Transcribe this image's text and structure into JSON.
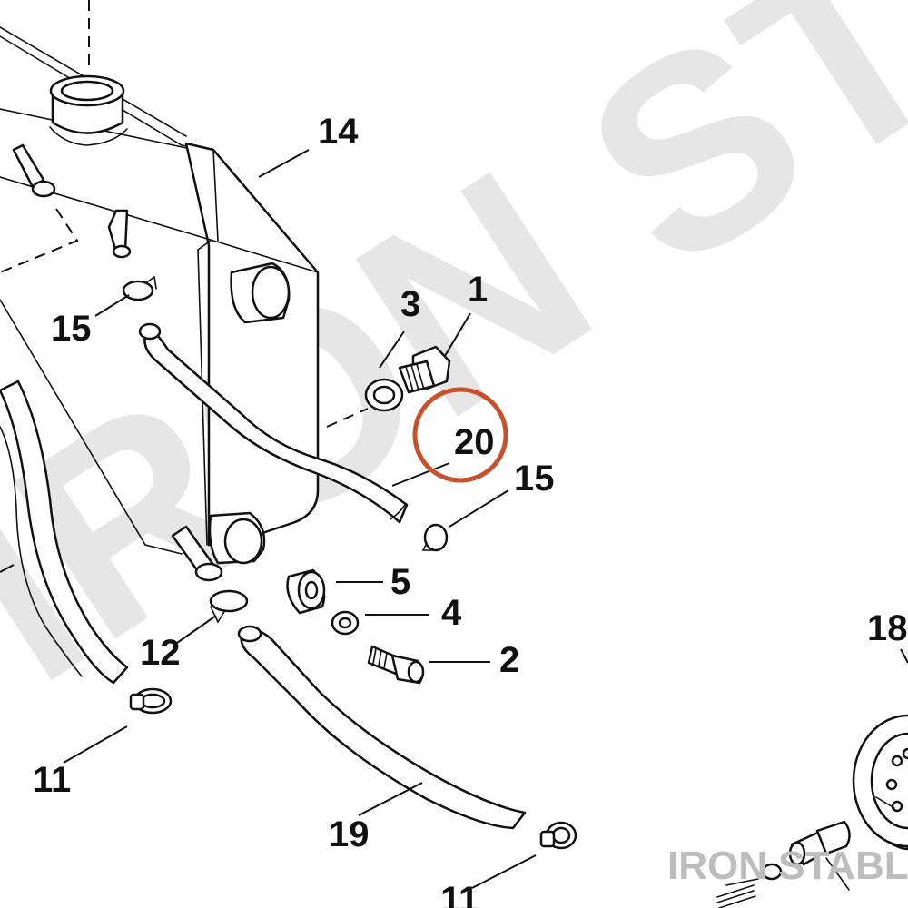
{
  "watermark": {
    "text": "IRON STABLE",
    "brand_label": "IRON STABLE"
  },
  "callouts": {
    "c1": "1",
    "c2": "2",
    "c3": "3",
    "c4": "4",
    "c5": "5",
    "c11a": "11",
    "c11b": "11",
    "c12": "12",
    "c14": "14",
    "c15a": "15",
    "c15b": "15",
    "c18": "18",
    "c19": "19",
    "c20": "20"
  },
  "colors": {
    "highlight_circle": "#c8502a",
    "watermark": "#e6e6e6",
    "line_art": "#111111"
  },
  "highlight": {
    "target_callout": "20"
  }
}
